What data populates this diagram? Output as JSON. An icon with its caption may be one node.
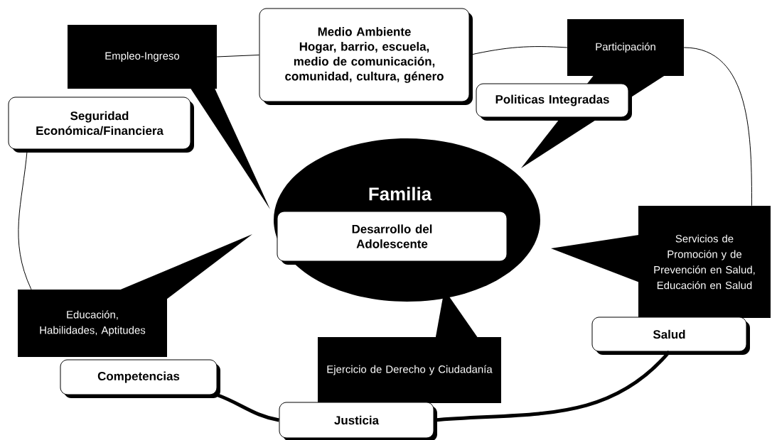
{
  "diagram": {
    "nodes": [
      {
        "text": [
          "Medio Ambiente",
          "Hogar, barrio, escuela, medio de comunicación, comunidad, cultura, género"
        ]
      },
      {
        "text": [
          "Empleo-Ingreso"
        ]
      },
      {
        "text": [
          "Participación"
        ]
      },
      {
        "text": [
          "Seguridad Económica/Financiera"
        ]
      },
      {
        "text": [
          "Politicas Integradas"
        ]
      },
      {
        "text": [
          "Familia"
        ]
      },
      {
        "text": [
          "Desarrollo del Adolescente"
        ],
        "in": 5
      },
      {
        "text": [
          "Servicios de Promoción y de Prevención en Salud, Educación en Salud"
        ]
      },
      {
        "text": [
          "Educación, Habilidades, Aptitudes"
        ]
      },
      {
        "text": [
          "Salud"
        ]
      },
      {
        "text": [
          "Ejercicio de Derecho y Ciudadanía"
        ]
      },
      {
        "text": [
          "Competencias"
        ]
      },
      {
        "text": [
          "Justicia"
        ]
      }
    ],
    "edges": [
      {
        "from": 1,
        "to": 0,
        "arrow": "none"
      },
      {
        "from": 0,
        "to": 2,
        "arrow": "none"
      },
      {
        "from": 2,
        "to": 7,
        "arrow": "none"
      },
      {
        "from": 9,
        "to": 12,
        "arrow": "none",
        "style": "thick"
      },
      {
        "from": 12,
        "to": 11,
        "arrow": "none",
        "style": "thick"
      },
      {
        "from": 8,
        "to": 3,
        "arrow": "none"
      }
    ]
  }
}
